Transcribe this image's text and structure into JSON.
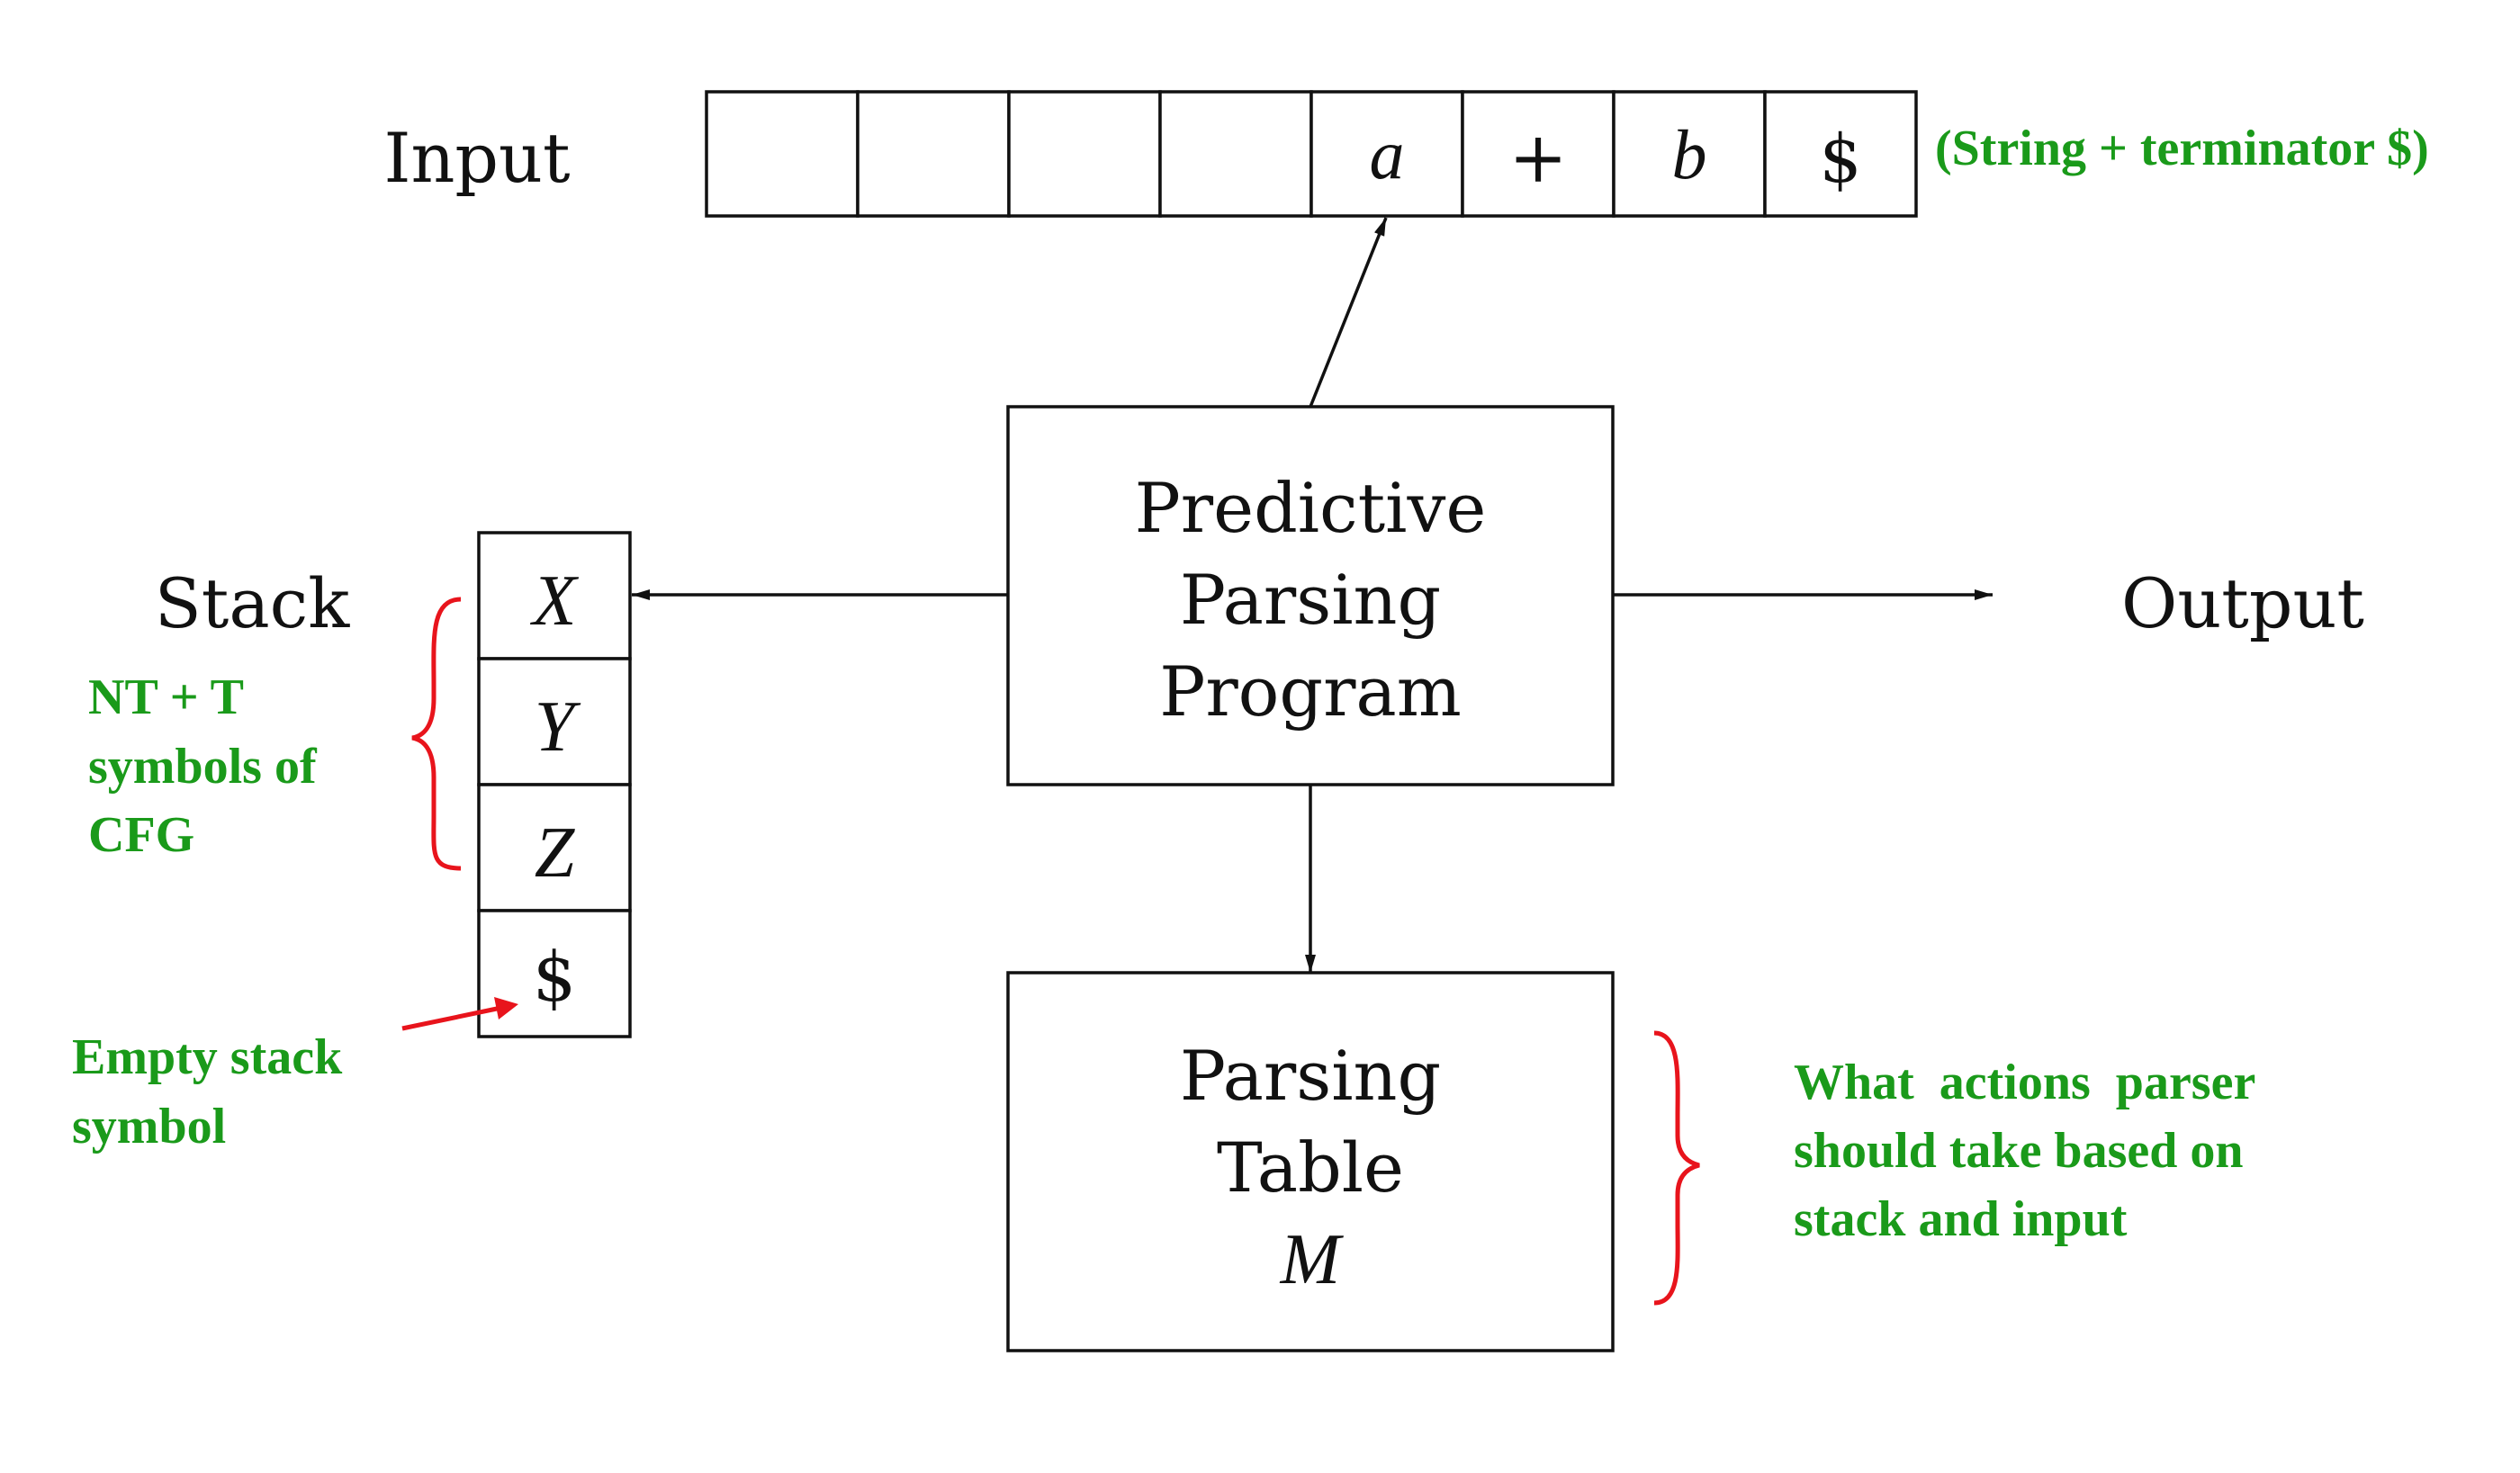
{
  "colors": {
    "ink": "#111111",
    "annotation_text": "#1a9a1a",
    "annotation_bracket": "#e8141c"
  },
  "input": {
    "label": "Input",
    "cells": [
      "",
      "",
      "",
      "",
      "a",
      "+",
      "b",
      "$"
    ],
    "note": "(String + terminator $)"
  },
  "program": {
    "lines": [
      "Predictive",
      "Parsing",
      "Program"
    ]
  },
  "stack": {
    "label": "Stack",
    "cells": [
      "X",
      "Y",
      "Z",
      "$"
    ],
    "note_symbols": [
      "NT + T",
      "symbols of",
      "CFG"
    ],
    "note_empty": [
      "Empty stack",
      "symbol"
    ]
  },
  "output": {
    "label": "Output"
  },
  "table": {
    "lines": [
      "Parsing",
      "Table",
      "M"
    ],
    "note": [
      "What  actions  parser",
      "should take based on",
      "stack and input"
    ]
  }
}
